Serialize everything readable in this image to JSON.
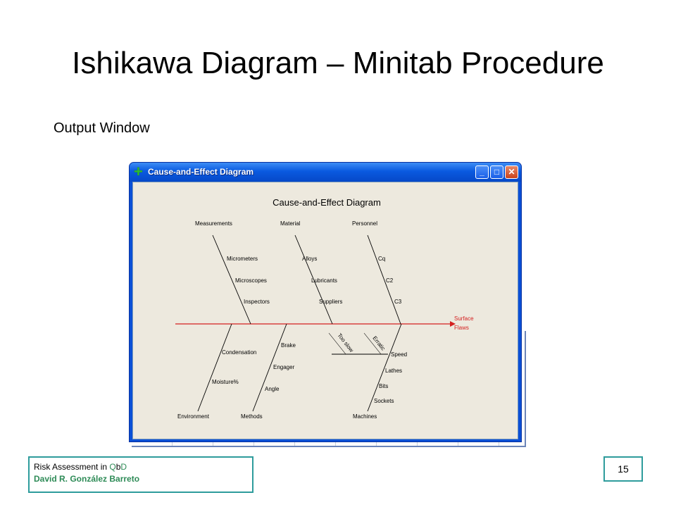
{
  "slide": {
    "title": "Ishikawa Diagram – Minitab Procedure",
    "subtitle": "Output Window"
  },
  "window": {
    "title": "Cause-and-Effect Diagram",
    "icon": "plus-icon",
    "minimize_glyph": "_",
    "maximize_glyph": "□",
    "close_glyph": "✕"
  },
  "diagram": {
    "title": "Cause-and-Effect Diagram",
    "effect": [
      "Surface",
      "Flaws"
    ],
    "colors": {
      "spine": "#d42020",
      "effect": "#d42020",
      "bone": "#000000"
    },
    "categories": {
      "measurements": {
        "label": "Measurements",
        "causes": [
          "Micrometers",
          "Microscopes",
          "Inspectors"
        ]
      },
      "material": {
        "label": "Material",
        "causes": [
          "Alloys",
          "Lubricants",
          "Suppliers"
        ]
      },
      "personnel": {
        "label": "Personnel",
        "causes": [
          "Cq",
          "C2",
          "C3"
        ]
      },
      "environment": {
        "label": "Environment",
        "causes": [
          "Condensation",
          "Moisture%"
        ]
      },
      "methods": {
        "label": "Methods",
        "causes": [
          "Brake",
          "Engager",
          "Angle"
        ]
      },
      "machines": {
        "label": "Machines",
        "causes": [
          "Speed",
          "Lathes",
          "Bits",
          "Sockets"
        ]
      }
    },
    "sub_causes": [
      "Too slow",
      "Erratic"
    ]
  },
  "footer": {
    "course_prefix": "Risk Assessment in ",
    "course_qbd_q": "Q",
    "course_qbd_b": "b",
    "course_qbd_d": "D",
    "author": "David R. González Barreto",
    "page_number": "15"
  }
}
